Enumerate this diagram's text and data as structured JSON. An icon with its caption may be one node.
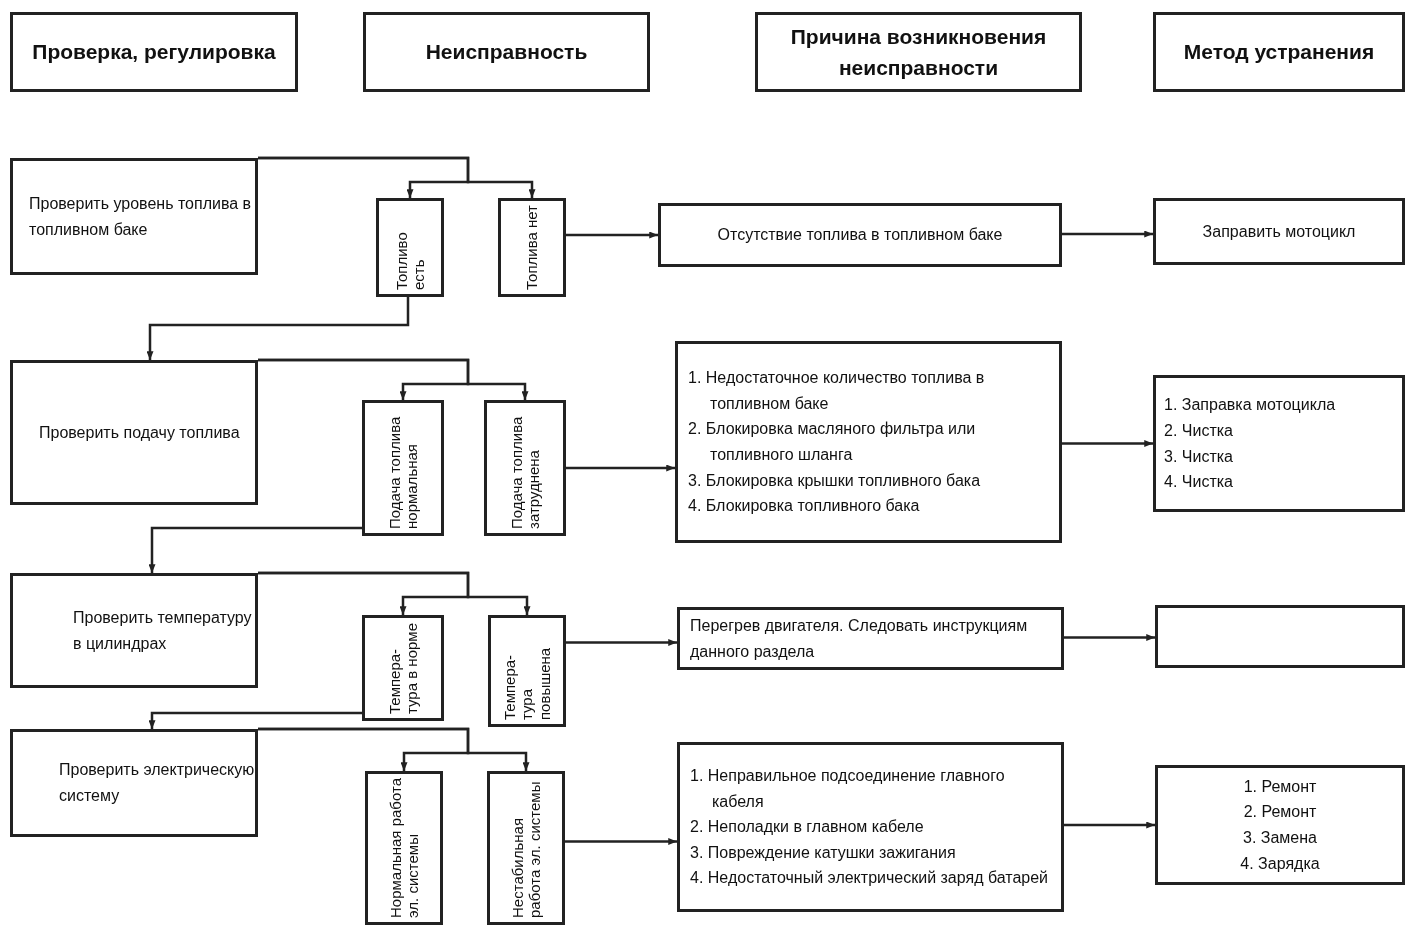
{
  "diagram": {
    "nodes": [
      {
        "text": [
          "Проверка, регулировка"
        ]
      },
      {
        "text": [
          "Неисправность"
        ]
      },
      {
        "text": [
          "Причина возникновения неисправности"
        ]
      },
      {
        "text": [
          "Метод устранения"
        ]
      },
      {
        "text": [
          "Проверить уровень топлива в топливном баке"
        ]
      },
      {
        "text": [
          "Топливо есть"
        ]
      },
      {
        "text": [
          "Топлива нет"
        ]
      },
      {
        "text": [
          "Отсутствие топлива в топливном баке"
        ]
      },
      {
        "text": [
          "Заправить мотоцикл"
        ]
      },
      {
        "text": [
          "Проверить подачу топлива"
        ]
      },
      {
        "text": [
          "Подача топлива нормальная"
        ]
      },
      {
        "text": [
          "Подача топлива затруднена"
        ]
      },
      {
        "text": [
          "1. Недостаточное количество топлива в топливном баке",
          "2. Блокировка масляного фильтра или топливного шланга",
          "3. Блокировка крышки топливного бака",
          "4. Блокировка топливного бака"
        ]
      },
      {
        "text": [
          "1. Заправка мотоцикла",
          "2. Чистка",
          "3. Чистка",
          "4. Чистка"
        ]
      },
      {
        "text": [
          "Проверить температуру в цилиндрах"
        ]
      },
      {
        "text": [
          "Темпера- тура в норме"
        ]
      },
      {
        "text": [
          "Темпера- тура повышена"
        ]
      },
      {
        "text": [
          "Перегрев двигателя. Следовать инструкциям данного раздела"
        ]
      },
      {
        "text": [],
        "shape": "box"
      },
      {
        "text": [
          "Проверить электрическую систему"
        ]
      },
      {
        "text": [
          "Нормальная работа эл. системы"
        ]
      },
      {
        "text": [
          "Нестабильная работа эл. системы"
        ]
      },
      {
        "text": [
          "1. Неправильное подсоединение главного кабеля",
          "2. Неполадки в главном кабеле",
          "3. Повреждение катушки зажигания",
          "4. Недостаточный электрический заряд батарей"
        ]
      },
      {
        "text": [
          "1. Ремонт",
          "2. Ремонт",
          "3. Замена",
          "4. Зарядка"
        ]
      }
    ],
    "edges": [
      {
        "from": 4,
        "to": 5,
        "arrow": "to"
      },
      {
        "from": 4,
        "to": 6,
        "arrow": "to"
      },
      {
        "from": 6,
        "to": 7,
        "arrow": "to"
      },
      {
        "from": 7,
        "to": 8,
        "arrow": "to"
      },
      {
        "from": 5,
        "to": 9,
        "arrow": "to"
      },
      {
        "from": 9,
        "to": 10,
        "arrow": "to"
      },
      {
        "from": 9,
        "to": 11,
        "arrow": "to"
      },
      {
        "from": 11,
        "to": 12,
        "arrow": "to"
      },
      {
        "from": 12,
        "to": 13,
        "arrow": "to"
      },
      {
        "from": 10,
        "to": 14,
        "arrow": "to"
      },
      {
        "from": 14,
        "to": 15,
        "arrow": "to"
      },
      {
        "from": 14,
        "to": 16,
        "arrow": "to"
      },
      {
        "from": 16,
        "to": 17,
        "arrow": "to"
      },
      {
        "from": 17,
        "to": 18,
        "arrow": "to"
      },
      {
        "from": 15,
        "to": 19,
        "arrow": "to"
      },
      {
        "from": 19,
        "to": 20,
        "arrow": "to"
      },
      {
        "from": 19,
        "to": 21,
        "arrow": "to"
      },
      {
        "from": 21,
        "to": 22,
        "arrow": "to"
      },
      {
        "from": 22,
        "to": 23,
        "arrow": "to"
      }
    ]
  }
}
